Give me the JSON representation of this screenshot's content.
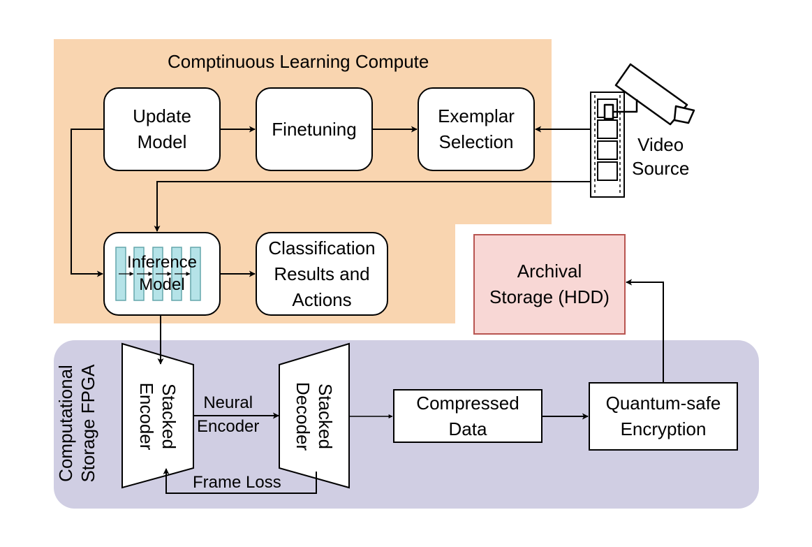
{
  "regions": {
    "learning_title": "Comptinuous Learning Compute",
    "storage_title": "Computational Storage FPGA"
  },
  "colors": {
    "learning_bg": "#f9d5b0",
    "storage_bg": "#d0cee3",
    "archive_fill": "#f8d7d5",
    "archive_border": "#b85450",
    "inference_bars_fill": "#b5e3e8",
    "inference_bars_stroke": "#64a6ab"
  },
  "boxes": {
    "update_model": "Update\nModel",
    "finetuning": "Finetuning",
    "exemplar_selection": "Exemplar\nSelection",
    "inference_model": "Inference\nModel",
    "classification": "Classification\nResults and\nActions",
    "archival_storage": "Archival\nStorage (HDD)",
    "compressed_data": "Compressed\nData",
    "encryption": "Quantum-safe\nEncryption",
    "encoder": "Stacked\nEncoder",
    "decoder": "Stacked\nDecoder"
  },
  "labels": {
    "video_source": "Video\nSource",
    "neural_encoder": "Neural\nEncoder",
    "frame_loss": "Frame Loss"
  },
  "icons": {
    "camera": "security-camera-icon",
    "film": "film-strip-icon"
  }
}
